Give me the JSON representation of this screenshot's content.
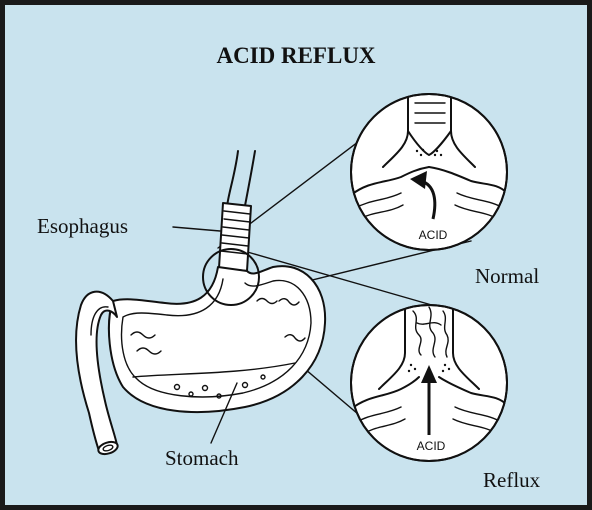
{
  "title": "ACID REFLUX",
  "labels": {
    "esophagus": "Esophagus",
    "stomach": "Stomach",
    "normal": "Normal",
    "reflux": "Reflux",
    "acid_normal": "ACID",
    "acid_reflux": "ACID"
  },
  "colors": {
    "background": "#c9e3ee",
    "frame": "#1a1a1a",
    "ink": "#111111",
    "circle_fill": "#ffffff"
  }
}
